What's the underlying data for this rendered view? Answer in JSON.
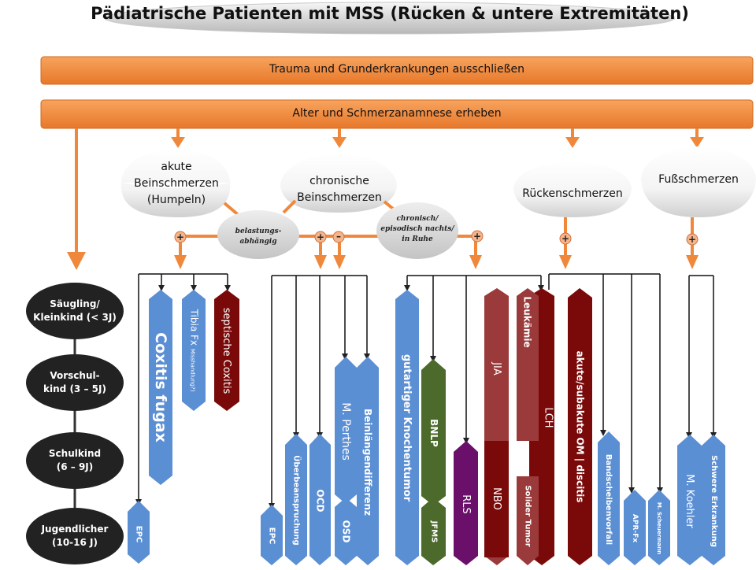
{
  "title": "Pädiatrische Patienten mit MSS (Rücken & untere Extremitäten)",
  "steps": {
    "step1": "Trauma und Grunderkrankungen ausschließen",
    "step2": "Alter und Schmerzanamnese erheben"
  },
  "pain_types": {
    "acute_leg": [
      "akute",
      "Beinschmerzen",
      "(Humpeln)"
    ],
    "chronic_leg": [
      "chronische",
      "Beinschmerzen"
    ],
    "back": "Rückenschmerzen",
    "foot": "Fußschmerzen"
  },
  "modifiers": {
    "load": [
      "belastungs-",
      "abhängig"
    ],
    "rest": [
      "chronisch/",
      "episodisch nachts/",
      "in Ruhe"
    ]
  },
  "signs": {
    "plus": "+",
    "minus": "–"
  },
  "age_groups": [
    [
      "Säugling/",
      "Kleinkind (< 3J)"
    ],
    [
      "Vorschul-",
      "kind (3 – 5J)"
    ],
    [
      "Schulkind",
      "(6 – 9J)"
    ],
    [
      "Jugendlicher",
      "(10-16 J)"
    ]
  ],
  "diagnoses": {
    "epc_1": "EPC",
    "coxitis_fugax": "Coxitis fugax",
    "tibia_fx": "Tibia Fx",
    "tibia_fx_note": "Misshandlung?)",
    "septische_coxitis": "septische Coxitis",
    "epc_2": "EPC",
    "ueberbeanspruchung": "Überbeanspruchung",
    "ocd": "OCD",
    "m_perthes": "M. Perthes",
    "osd": "OSD",
    "beinlaengendifferenz": "Beinlängendifferenz",
    "gutartiger_knochentumor": "gutartiger Knochentumor",
    "bnlp": "BNLP",
    "jfms": "JFMS",
    "rls": "RLS",
    "jia": "JIA",
    "nbo": "NBO",
    "leukaemie": "Leukämie",
    "lch": "LCH",
    "solider_tumor": "Solider Tumor",
    "om_discitis": "akute/subakute OM | discitis",
    "bandscheibenvorfall": "Bandscheibenvorfall",
    "apr_fx": "APR-Fx",
    "m_scheuermann": "M. Scheuermann",
    "m_koehler": "M. Koehler",
    "schwere_erkrankung": "Schwere Erkrankung"
  },
  "colors": {
    "orange": "#f0883c",
    "blue": "#5b8fd4",
    "green": "#4c6a2c",
    "purple": "#6a0f6a",
    "dark_red": "#7a0a0a",
    "brown_red": "#9a3a3a",
    "dark_circle": "#222222"
  }
}
